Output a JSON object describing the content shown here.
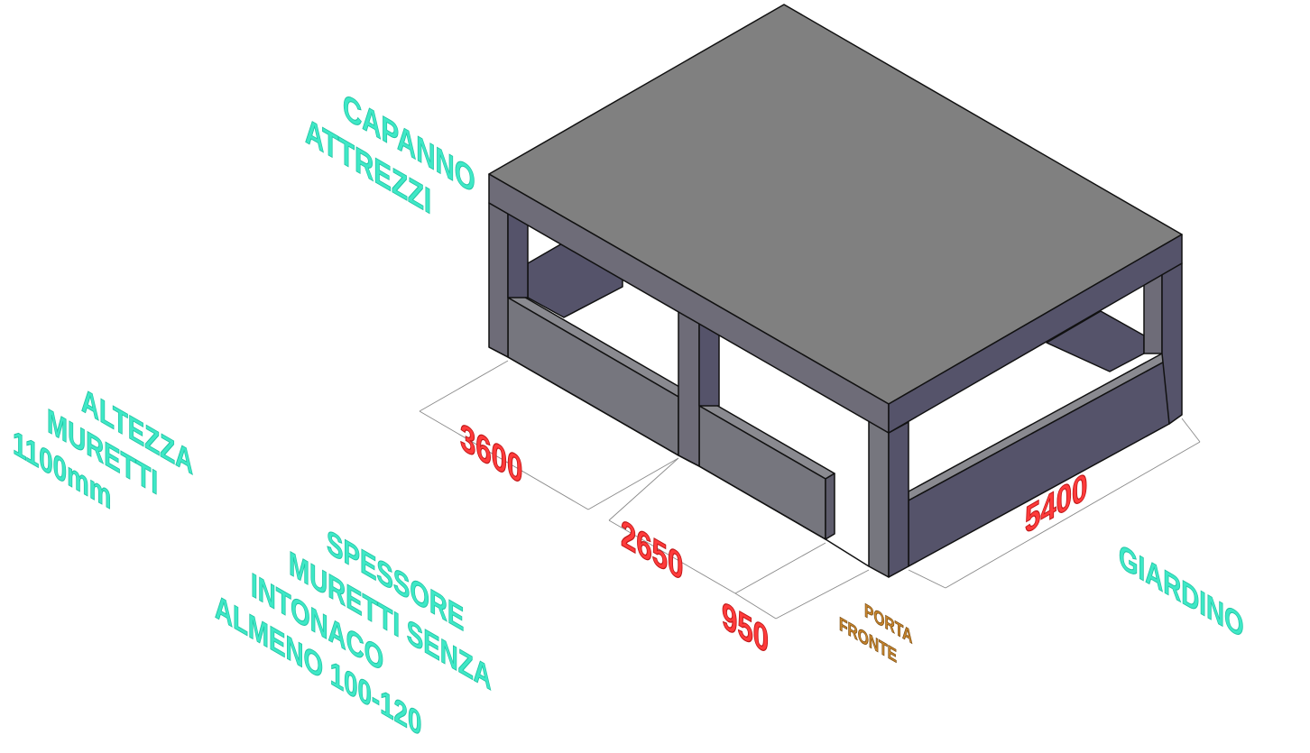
{
  "labels": {
    "shed": [
      "CAPANNO",
      "ATTREZZI"
    ],
    "wall_height": [
      "ALTEZZA",
      "MURETTI",
      "1100mm"
    ],
    "wall_thickness": [
      "SPESSORE",
      "MURETTI SENZA",
      "INTONACO",
      "ALMENO 100-120"
    ],
    "garden": "GIARDINO",
    "front_door": [
      "PORTA",
      "FRONTE"
    ]
  },
  "dimensions": {
    "d3600": "3600",
    "d2650": "2650",
    "d950": "950",
    "d5400": "5400"
  },
  "colors": {
    "roof_top": "#808080",
    "dark_face": "#55536a",
    "wall_face": "#76767e",
    "label": "#3ee8c6",
    "dimension": "#ff3b3b",
    "door_label": "#c8862e"
  }
}
